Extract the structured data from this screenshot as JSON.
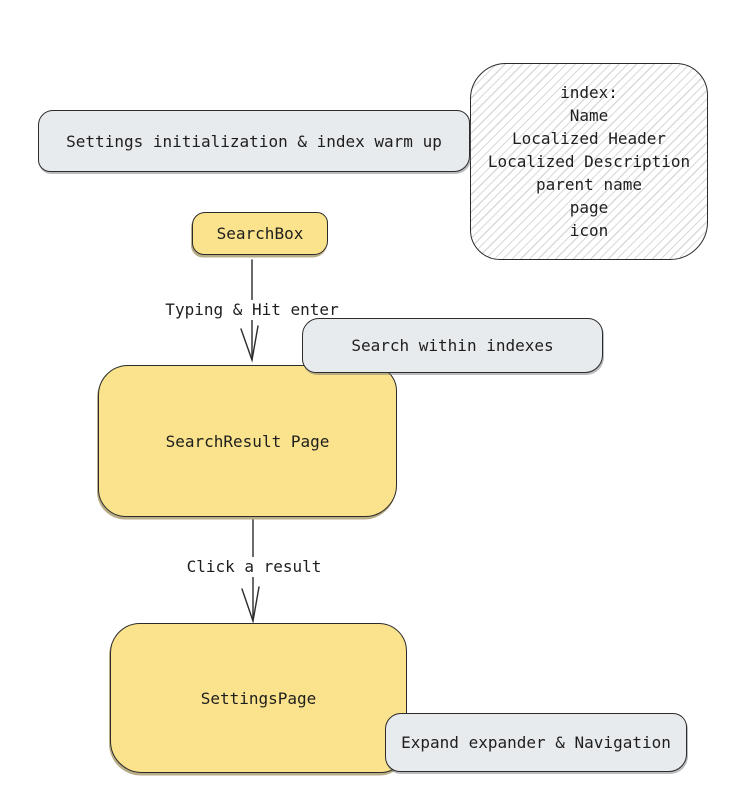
{
  "diagram": {
    "nodes": {
      "settings_warmup": {
        "label": "Settings initialization & index warm up"
      },
      "index_info": {
        "lines": [
          "index:",
          "Name",
          "Localized Header",
          "Localized Description",
          "parent name",
          "page",
          "icon"
        ]
      },
      "search_box": {
        "label": "SearchBox"
      },
      "search_within": {
        "label": "Search within indexes"
      },
      "search_result": {
        "label": "SearchResult Page"
      },
      "settings_page": {
        "label": "SettingsPage"
      },
      "expand_navigation": {
        "label": "Expand expander & Navigation"
      }
    },
    "edges": {
      "typing": {
        "label": "Typing & Hit enter"
      },
      "click_result": {
        "label": "Click a result"
      }
    },
    "colors": {
      "node_yellow_fill": "#fae38c",
      "node_gray_fill": "#e8ebee",
      "stroke": "#2b2b2b",
      "text": "#1e1e1e",
      "hatch_line": "#dadada",
      "canvas": "#ffffff"
    }
  }
}
